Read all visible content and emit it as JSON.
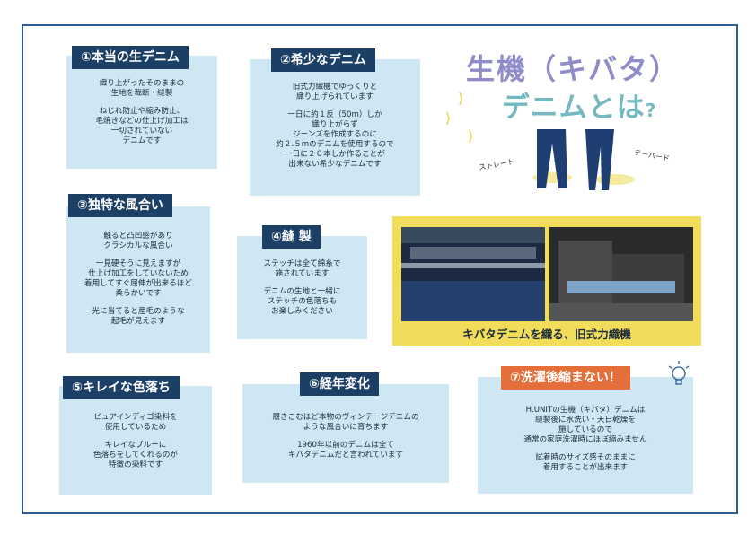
{
  "title": {
    "line1": "生機（キバタ）",
    "line2": "デニムとは",
    "q": "?"
  },
  "jeans": {
    "left_label": "ストレート",
    "right_label": "テーパード"
  },
  "cards": {
    "c1": {
      "heading": "①本当の生デニム",
      "p1": "織り上がったそのままの\n生地を裁断・縫製",
      "p2": "ねじれ防止や縮み防止、\n毛焼きなどの仕上げ加工は\n一切されていない\nデニムです"
    },
    "c2": {
      "heading": "②希少なデニム",
      "p1": "旧式力織機でゆっくりと\n織り上げられています",
      "p2": "一日に約１反（50m）しか\n織り上がらず\nジーンズを作成するのに\n約２.５mのデニムを使用するので\n一日に２０本しか作ることが\n出来ない希少なデニムです"
    },
    "c3": {
      "heading": "③独特な風合い",
      "p1": "触ると凸凹感があり\nクラシカルな風合い",
      "p2": "一見硬そうに見えますが\n仕上げ加工をしていないため\n着用してすぐ屈伸が出来るほど\n柔らかいです",
      "p3": "光に当てると産毛のような\n起毛が見えます"
    },
    "c4": {
      "heading": "④縫 製",
      "p1": "ステッチは全て綿糸で\n施されています",
      "p2": "デニムの生地と一緒に\nステッチの色落ちも\nお楽しみください"
    },
    "c5": {
      "heading": "⑤キレイな色落ち",
      "p1": "ピュアインディゴ染料を\n使用しているため",
      "p2": "キレイなブルーに\n色落ちをしてくれるのが\n特徴の染料です"
    },
    "c6": {
      "heading": "⑥経年変化",
      "p1": "履きこむほど本物のヴィンテージデニムの\nような風合いに育ちます",
      "p2": "1960年以前のデニムは全て\nキバタデニムだと言われています"
    },
    "c7": {
      "heading": "⑦洗濯後縮まない！",
      "p1": "H.UNITの生機（キバタ）デニムは\n縫製後に水洗い・天日乾燥を\n施しているので\n通常の家庭洗濯時にほぼ縮みません",
      "p2": "試着時のサイズ感そのままに\n着用することが出来ます"
    }
  },
  "photos": {
    "caption": "キバタデニムを織る、旧式力織機"
  },
  "colors": {
    "navy": "#1c3f66",
    "card": "#cfe6f3",
    "orange": "#e46f3a",
    "yellow": "#f2dd5b",
    "border": "#2c5f8f"
  },
  "icons": [
    "sparkle-icon",
    "lightbulb-icon",
    "jeans-icon"
  ]
}
